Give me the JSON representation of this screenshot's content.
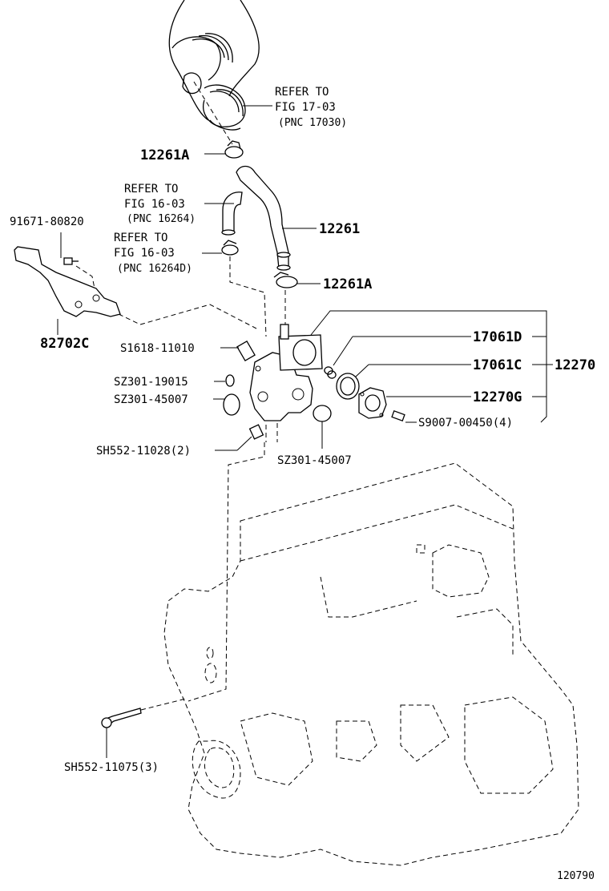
{
  "labels": {
    "refer_17_line1": "REFER TO",
    "refer_17_line2": "FIG 17-03",
    "refer_17_line3": "(PNC 17030)",
    "refer_16a_line1": "REFER TO",
    "refer_16a_line2": "FIG 16-03",
    "refer_16a_line3": "(PNC 16264)",
    "refer_16b_line1": "REFER TO",
    "refer_16b_line2": "FIG 16-03",
    "refer_16b_line3": "(PNC 16264D)",
    "p12261A_top": "12261A",
    "p12261": "12261",
    "p12261A_bottom": "12261A",
    "p91671": "91671-80820",
    "p82702C": "82702C",
    "pS1618": "S1618-11010",
    "pSZ301_19015": "SZ301-19015",
    "pSZ301_45007_left": "SZ301-45007",
    "pSZ301_45007_bottom": "SZ301-45007",
    "pSH552_11028": "SH552-11028(2)",
    "p17061D": "17061D",
    "p17061C": "17061C",
    "p12270": "12270",
    "p12270G": "12270G",
    "pS9007": "S9007-00450(4)",
    "pSH552_11075": "SH552-11075(3)",
    "figure_number": "120790"
  }
}
